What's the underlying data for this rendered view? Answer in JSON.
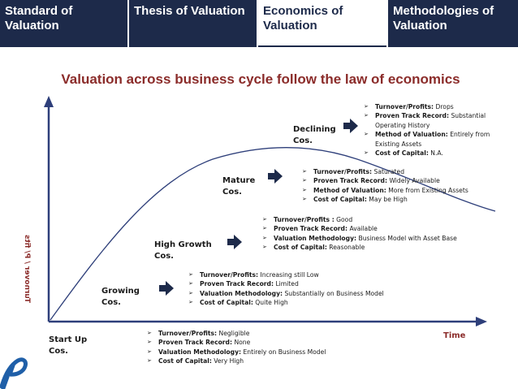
{
  "tabs": [
    {
      "label": "Standard of Valuation",
      "active": false
    },
    {
      "label": "Thesis of Valuation",
      "active": false
    },
    {
      "label": "Economics of Valuation",
      "active": true
    },
    {
      "label": "Methodologies of Valuation",
      "active": false
    }
  ],
  "title": "Valuation across business cycle follow the law of economics",
  "axes": {
    "y_label": "Turnover / P/ fits",
    "x_label": "Time"
  },
  "colors": {
    "tab_bg": "#1d2a4a",
    "title": "#8b2c2a",
    "curve": "#2e3f7a",
    "arrow": "#1d2a4a"
  },
  "stages": [
    {
      "name": "Start Up Cos.",
      "bullets": [
        {
          "label": "Turnover/Profits:",
          "text": " Negligible"
        },
        {
          "label": "Proven Track Record:",
          "text": " None"
        },
        {
          "label": "Valuation Methodology:",
          "text": " Entirely on Business Model"
        },
        {
          "label": "Cost of Capital:",
          "text": " Very High"
        }
      ]
    },
    {
      "name": "Growing Cos.",
      "bullets": [
        {
          "label": "Turnover/Profits:",
          "text": " Increasing still Low"
        },
        {
          "label": "Proven Track Record:",
          "text": " Limited"
        },
        {
          "label": "Valuation Methodology:",
          "text": " Substantially on Business Model"
        },
        {
          "label": "Cost of Capital:",
          "text": " Quite High"
        }
      ]
    },
    {
      "name": "High Growth Cos.",
      "bullets": [
        {
          "label": "Turnover/Profits :",
          "text": " Good"
        },
        {
          "label": "Proven Track Record:",
          "text": " Available"
        },
        {
          "label": "Valuation Methodology:",
          "text": " Business Model with Asset Base"
        },
        {
          "label": "Cost of Capital:",
          "text": " Reasonable"
        }
      ]
    },
    {
      "name": "Mature Cos.",
      "bullets": [
        {
          "label": "Turnover/Profits:",
          "text": " Saturated"
        },
        {
          "label": "Proven Track Record:",
          "text": " Widely Available"
        },
        {
          "label": "Method of Valuation:",
          "text": " More from Existing Assets"
        },
        {
          "label": "Cost of Capital:",
          "text": " May be High"
        }
      ]
    },
    {
      "name": "Declining Cos.",
      "bullets": [
        {
          "label": "Turnover/Profits:",
          "text": " Drops"
        },
        {
          "label": "Proven Track Record:",
          "text": " Substantial Operating History"
        },
        {
          "label": "Method of Valuation:",
          "text": " Entirely from Existing Assets"
        },
        {
          "label": "Cost of Capital:",
          "text": " N.A."
        }
      ]
    }
  ]
}
